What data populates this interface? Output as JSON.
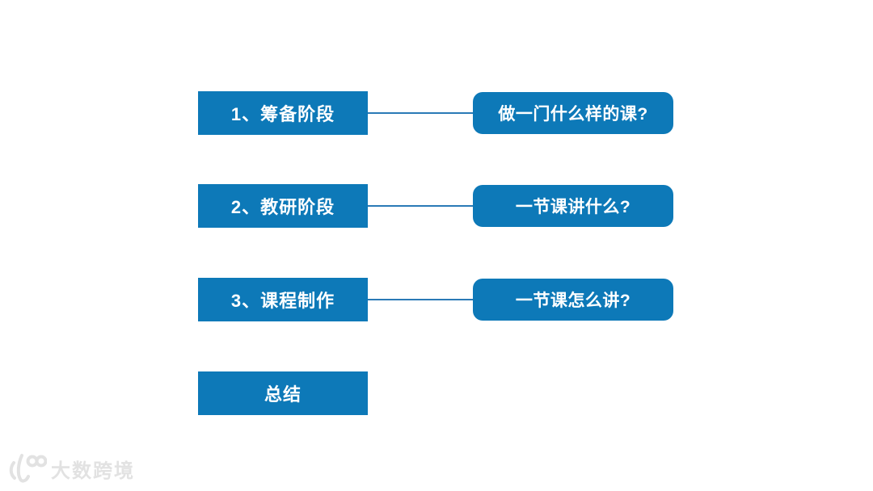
{
  "slide": {
    "background": "#ffffff"
  },
  "colors": {
    "box_blue": "#0d79b8",
    "connector_blue": "#2a7ab6",
    "watermark_gray": "#e2e2e2",
    "box_text": "#ffffff"
  },
  "rows": [
    {
      "left": "1、筹备阶段",
      "right": "做一门什么样的课?"
    },
    {
      "left": "2、教研阶段",
      "right": "一节课讲什么?"
    },
    {
      "left": "3、课程制作",
      "right": "一节课怎么讲?"
    },
    {
      "left": "总结"
    }
  ],
  "watermark": {
    "text": "大数跨境",
    "icon": "dashu-kuajing-logo-icon"
  }
}
